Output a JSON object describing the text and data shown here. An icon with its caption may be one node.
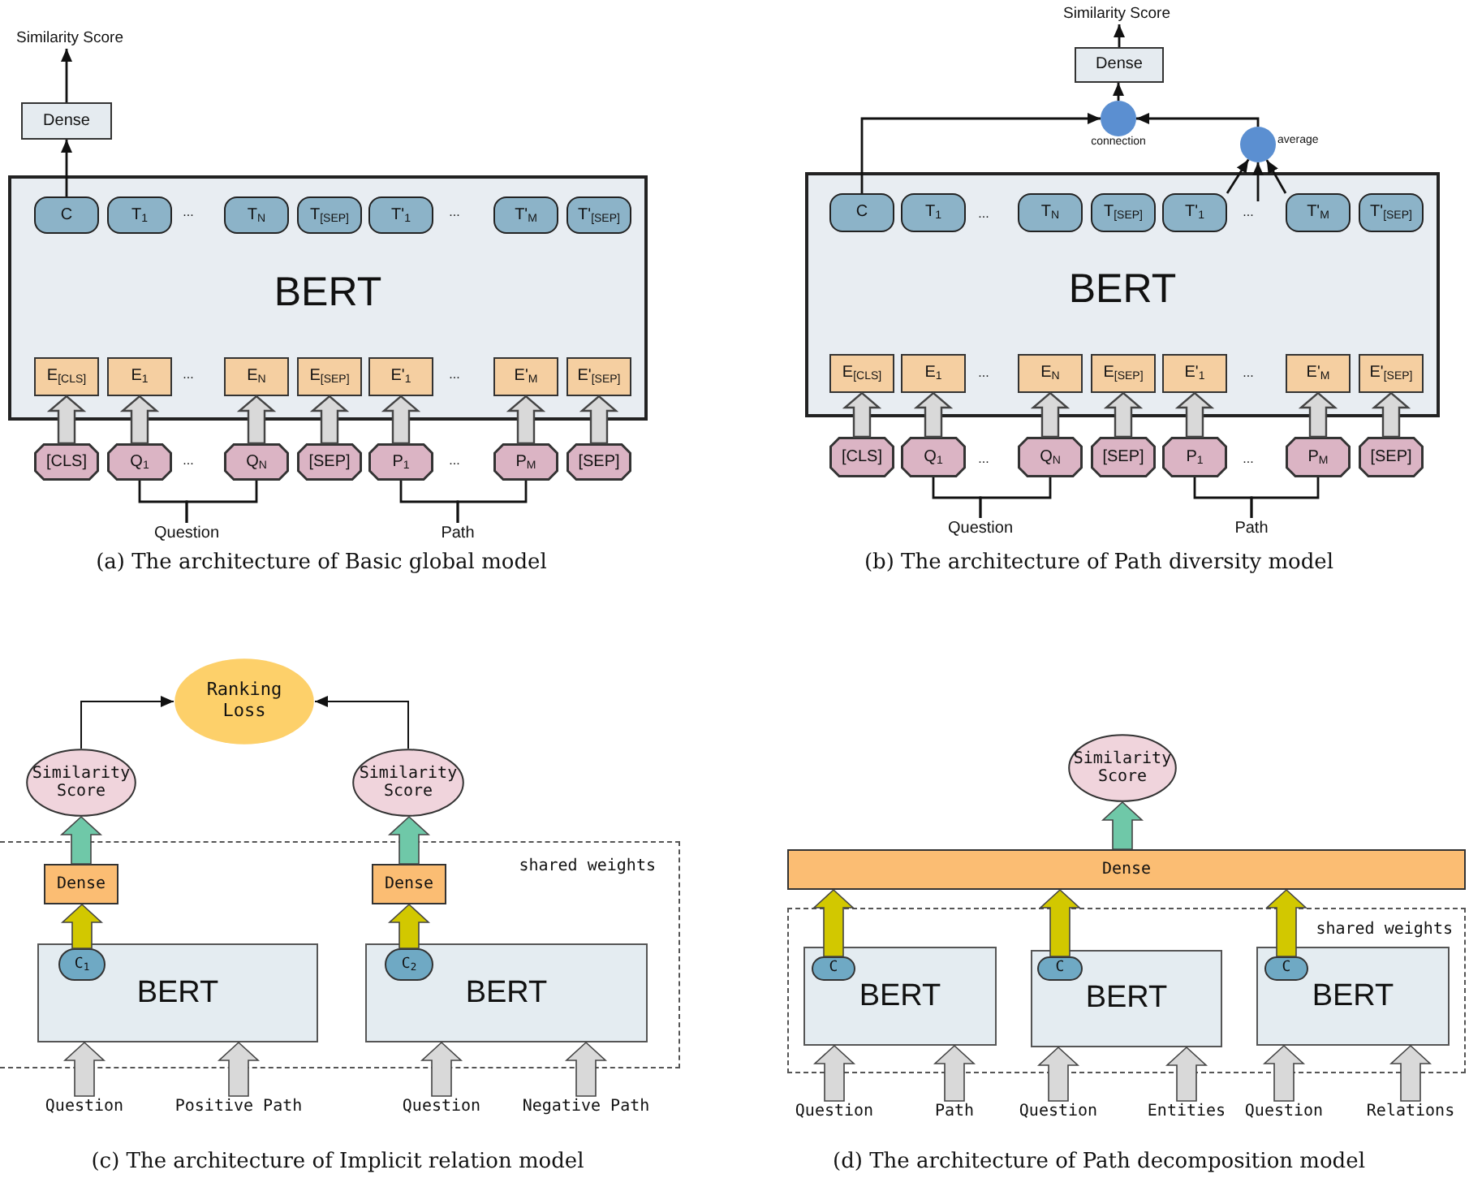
{
  "diagram": {
    "nodes": [
      {
        "text": [
          "Similarity Score"
        ]
      },
      {
        "text": [
          "Dense"
        ]
      },
      {
        "text": [
          "BERT"
        ]
      },
      {
        "text": [
          "C"
        ],
        "in": 2
      },
      {
        "text": [
          "T$_{1}$"
        ],
        "in": 2
      },
      {
        "text": [
          "T$_{N}$"
        ],
        "in": 2
      },
      {
        "text": [
          "T$_{[SEP]}$"
        ],
        "in": 2
      },
      {
        "text": [
          "T'$_{1}$"
        ],
        "in": 2
      },
      {
        "text": [
          "T'$_{M}$"
        ],
        "in": 2
      },
      {
        "text": [
          "T'$_{[SEP]}$"
        ],
        "in": 2
      },
      {
        "text": [
          "E$_{[CLS]}$"
        ],
        "in": 2
      },
      {
        "text": [
          "E$_{1}$"
        ],
        "in": 2
      },
      {
        "text": [
          "E$_{N}$"
        ],
        "in": 2
      },
      {
        "text": [
          "E$_{[SEP]}$"
        ],
        "in": 2
      },
      {
        "text": [
          "E'$_{1}$"
        ],
        "in": 2
      },
      {
        "text": [
          "E'$_{M}$"
        ],
        "in": 2
      },
      {
        "text": [
          "E'$_{[SEP]}$"
        ],
        "in": 2
      },
      {
        "text": [
          "[CLS]"
        ]
      },
      {
        "text": [
          "Q$_{1}$"
        ]
      },
      {
        "text": [
          "Q$_{N}$"
        ]
      },
      {
        "text": [
          "[SEP]"
        ]
      },
      {
        "text": [
          "P$_{1}$"
        ]
      },
      {
        "text": [
          "P$_{M}$"
        ]
      },
      {
        "text": [
          "[SEP]"
        ]
      },
      {
        "text": [
          "Question"
        ]
      },
      {
        "text": [
          "Path"
        ]
      },
      {
        "text": [
          "Similarity Score"
        ]
      },
      {
        "text": [
          "Dense"
        ]
      },
      {
        "text": [],
        "shape": "circle",
        "beside": [
          "connection"
        ]
      },
      {
        "text": [],
        "shape": "circle",
        "beside": [
          "average"
        ]
      },
      {
        "text": [
          "BERT"
        ]
      },
      {
        "text": [
          "C"
        ],
        "in": 30
      },
      {
        "text": [
          "T$_{1}$"
        ],
        "in": 30
      },
      {
        "text": [
          "T$_{N}$"
        ],
        "in": 30
      },
      {
        "text": [
          "T$_{[SEP]}$"
        ],
        "in": 30
      },
      {
        "text": [
          "T'$_{1}$"
        ],
        "in": 30
      },
      {
        "text": [
          "T'$_{M}$"
        ],
        "in": 30
      },
      {
        "text": [
          "T'$_{[SEP]}$"
        ],
        "in": 30
      },
      {
        "text": [
          "..."
        ],
        "in": 30
      },
      {
        "text": [
          "E$_{[CLS]}$"
        ],
        "in": 30
      },
      {
        "text": [
          "E$_{1}$"
        ],
        "in": 30
      },
      {
        "text": [
          "E$_{N}$"
        ],
        "in": 30
      },
      {
        "text": [
          "E$_{[SEP]}$"
        ],
        "in": 30
      },
      {
        "text": [
          "E'$_{1}$"
        ],
        "in": 30
      },
      {
        "text": [
          "E'$_{M}$"
        ],
        "in": 30
      },
      {
        "text": [
          "E'$_{[SEP]}$"
        ],
        "in": 30
      },
      {
        "text": [
          "[CLS]"
        ]
      },
      {
        "text": [
          "Q$_{1}$"
        ]
      },
      {
        "text": [
          "Q$_{N}$"
        ]
      },
      {
        "text": [
          "[SEP]"
        ]
      },
      {
        "text": [
          "P$_{1}$"
        ]
      },
      {
        "text": [
          "P$_{M}$"
        ]
      },
      {
        "text": [
          "[SEP]"
        ]
      },
      {
        "text": [
          "Question"
        ]
      },
      {
        "text": [
          "Path"
        ]
      },
      {
        "text": [
          "Ranking Loss"
        ]
      },
      {
        "text": [
          "Similarity Score"
        ]
      },
      {
        "text": [
          "Similarity Score"
        ]
      },
      {
        "text": [
          "shared weights"
        ]
      },
      {
        "text": [
          "Dense"
        ],
        "in": 58
      },
      {
        "text": [
          "Dense"
        ],
        "in": 58
      },
      {
        "text": [
          "BERT"
        ],
        "in": 58
      },
      {
        "text": [
          "C$_{1}$"
        ],
        "in": 61
      },
      {
        "text": [
          "BERT"
        ],
        "in": 58
      },
      {
        "text": [
          "C$_{2}$"
        ],
        "in": 63
      },
      {
        "text": [
          "Question"
        ]
      },
      {
        "text": [
          "Positive Path"
        ]
      },
      {
        "text": [
          "Question"
        ]
      },
      {
        "text": [
          "Negative Path"
        ]
      },
      {
        "text": [
          "Similarity Score"
        ]
      },
      {
        "text": [
          "Dense"
        ]
      },
      {
        "text": [
          "shared weights"
        ]
      },
      {
        "text": [
          "BERT"
        ],
        "in": 71
      },
      {
        "text": [
          "C"
        ],
        "in": 72
      },
      {
        "text": [
          "BERT"
        ],
        "in": 71
      },
      {
        "text": [
          "C"
        ],
        "in": 74
      },
      {
        "text": [
          "BERT"
        ],
        "in": 71
      },
      {
        "text": [
          "C"
        ],
        "in": 76
      },
      {
        "text": [
          "Question"
        ]
      },
      {
        "text": [
          "Path"
        ]
      },
      {
        "text": [
          "Question"
        ]
      },
      {
        "text": [
          "Entities"
        ]
      },
      {
        "text": [
          "Question"
        ]
      },
      {
        "text": [
          "Relations"
        ]
      }
    ],
    "edges": [
      {
        "from": 3,
        "to": 1,
        "arrow": "to"
      },
      {
        "from": 1,
        "to": 0,
        "arrow": "to"
      },
      {
        "from": 17,
        "to": 10,
        "arrow": "to",
        "style": "thick"
      },
      {
        "from": 18,
        "to": 11,
        "arrow": "to",
        "style": "thick"
      },
      {
        "from": 19,
        "to": 12,
        "arrow": "to",
        "style": "thick"
      },
      {
        "from": 20,
        "to": 13,
        "arrow": "to",
        "style": "thick"
      },
      {
        "from": 21,
        "to": 14,
        "arrow": "to",
        "style": "thick"
      },
      {
        "from": 22,
        "to": 15,
        "arrow": "to",
        "style": "thick"
      },
      {
        "from": 23,
        "to": 16,
        "arrow": "to",
        "style": "thick"
      },
      {
        "from": 18,
        "to": 24,
        "arrow": "none"
      },
      {
        "from": 19,
        "to": 24,
        "arrow": "none"
      },
      {
        "from": 21,
        "to": 25,
        "arrow": "none"
      },
      {
        "from": 22,
        "to": 25,
        "arrow": "none"
      },
      {
        "from": 31,
        "to": 28,
        "arrow": "to"
      },
      {
        "from": 29,
        "to": 28,
        "arrow": "to"
      },
      {
        "from": 28,
        "to": 27,
        "arrow": "to"
      },
      {
        "from": 27,
        "to": 26,
        "arrow": "to"
      },
      {
        "from": 35,
        "to": 29,
        "arrow": "to"
      },
      {
        "from": 38,
        "to": 29,
        "arrow": "to"
      },
      {
        "from": 36,
        "to": 29,
        "arrow": "to"
      },
      {
        "from": 46,
        "to": 39,
        "arrow": "to",
        "style": "thick"
      },
      {
        "from": 47,
        "to": 40,
        "arrow": "to",
        "style": "thick"
      },
      {
        "from": 48,
        "to": 41,
        "arrow": "to",
        "style": "thick"
      },
      {
        "from": 49,
        "to": 42,
        "arrow": "to",
        "style": "thick"
      },
      {
        "from": 50,
        "to": 43,
        "arrow": "to",
        "style": "thick"
      },
      {
        "from": 51,
        "to": 44,
        "arrow": "to",
        "style": "thick"
      },
      {
        "from": 52,
        "to": 45,
        "arrow": "to",
        "style": "thick"
      },
      {
        "from": 47,
        "to": 53,
        "arrow": "none"
      },
      {
        "from": 48,
        "to": 53,
        "arrow": "none"
      },
      {
        "from": 50,
        "to": 54,
        "arrow": "none"
      },
      {
        "from": 51,
        "to": 54,
        "arrow": "none"
      },
      {
        "from": 56,
        "to": 55,
        "arrow": "to"
      },
      {
        "from": 57,
        "to": 55,
        "arrow": "to"
      },
      {
        "from": 59,
        "to": 56,
        "arrow": "to",
        "style": "thick",
        "color": "#6fc8a8"
      },
      {
        "from": 60,
        "to": 57,
        "arrow": "to",
        "style": "thick",
        "color": "#6fc8a8"
      },
      {
        "from": 62,
        "to": 59,
        "arrow": "to",
        "style": "thick",
        "color": "#d2c800"
      },
      {
        "from": 64,
        "to": 60,
        "arrow": "to",
        "style": "thick",
        "color": "#d2c800"
      },
      {
        "from": 65,
        "to": 61,
        "arrow": "to",
        "style": "thick"
      },
      {
        "from": 66,
        "to": 61,
        "arrow": "to",
        "style": "thick"
      },
      {
        "from": 67,
        "to": 63,
        "arrow": "to",
        "style": "thick"
      },
      {
        "from": 68,
        "to": 63,
        "arrow": "to",
        "style": "thick"
      },
      {
        "from": 70,
        "to": 69,
        "arrow": "to",
        "style": "thick",
        "color": "#6fc8a8"
      },
      {
        "from": 73,
        "to": 70,
        "arrow": "to",
        "style": "thick",
        "color": "#d2c800"
      },
      {
        "from": 75,
        "to": 70,
        "arrow": "to",
        "style": "thick",
        "color": "#d2c800"
      },
      {
        "from": 77,
        "to": 70,
        "arrow": "to",
        "style": "thick",
        "color": "#d2c800"
      },
      {
        "from": 78,
        "to": 72,
        "arrow": "to",
        "style": "thick"
      },
      {
        "from": 79,
        "to": 72,
        "arrow": "to",
        "style": "thick"
      },
      {
        "from": 80,
        "to": 74,
        "arrow": "to",
        "style": "thick"
      },
      {
        "from": 81,
        "to": 74,
        "arrow": "to",
        "style": "thick"
      },
      {
        "from": 82,
        "to": 76,
        "arrow": "to",
        "style": "thick"
      },
      {
        "from": 83,
        "to": 76,
        "arrow": "to",
        "style": "thick"
      }
    ],
    "labels": [
      "...",
      "...",
      "...",
      "...",
      "...",
      "...",
      "(a) The architecture of Basic global model",
      "...",
      "...",
      "...",
      "...",
      "...",
      "(b) The architecture of Path diversity model",
      "(c) The architecture of Implicit relation model",
      "(d) The architecture of Path decomposition model"
    ]
  }
}
